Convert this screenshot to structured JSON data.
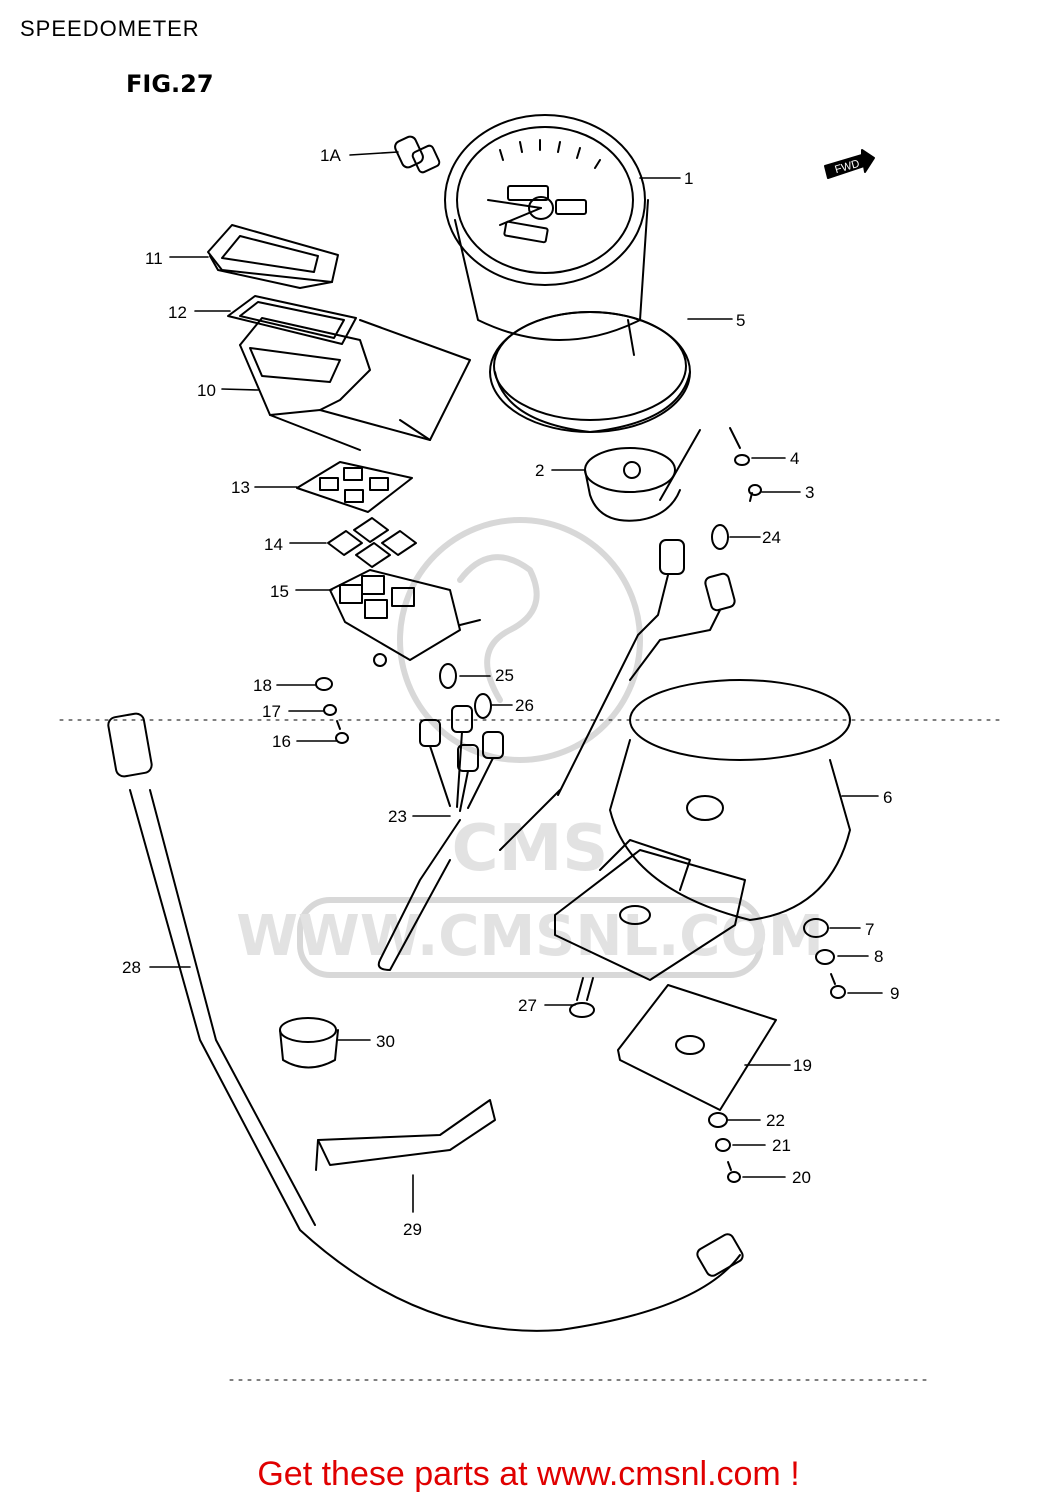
{
  "header": {
    "title": "SPEEDOMETER",
    "figure": "FIG.27"
  },
  "direction_tag": "FWD",
  "watermark": {
    "text": "WWW.CMSNL.COM",
    "logo": "CMS"
  },
  "callouts": [
    "1A",
    "1",
    "11",
    "12",
    "5",
    "10",
    "2",
    "4",
    "3",
    "13",
    "24",
    "14",
    "15",
    "25",
    "18",
    "26",
    "17",
    "16",
    "23",
    "6",
    "28",
    "7",
    "8",
    "9",
    "27",
    "30",
    "19",
    "22",
    "21",
    "20",
    "29"
  ],
  "footer": {
    "text": "Get these parts at www.cmsnl.com !"
  },
  "colors": {
    "footer": "#e00000",
    "line": "#000000",
    "watermark": "#c8c8c8"
  }
}
